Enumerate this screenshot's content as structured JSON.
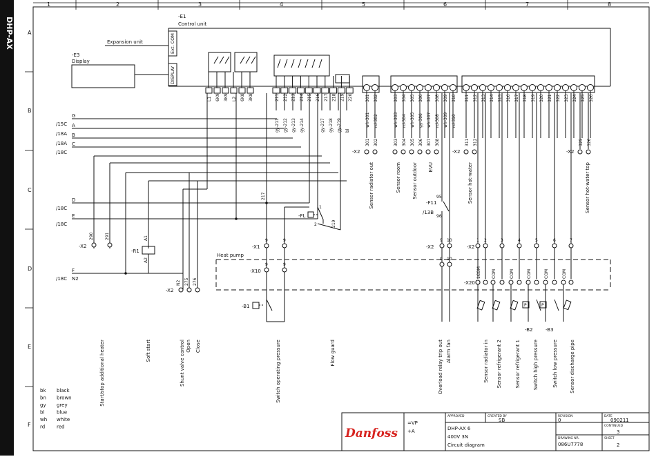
{
  "sidebar": {
    "title": "DHP-AX"
  },
  "columns": [
    "1",
    "2",
    "3",
    "4",
    "5",
    "6",
    "7",
    "8"
  ],
  "rows": [
    "A",
    "B",
    "C",
    "D",
    "E",
    "F"
  ],
  "top_blocks": {
    "control_unit_ref": "-E1",
    "control_unit": "Control unit",
    "expansion_unit": "Expansion unit",
    "ext_com": "Ext. COM",
    "display_ref": "-E3",
    "display": "Display",
    "display_port": "DISPLAY"
  },
  "relay_labels": [
    "L1",
    "6K9",
    "3K9",
    "L2",
    "6K8",
    "3K8"
  ],
  "term_row1": [
    "211",
    "212",
    "213",
    "214",
    "215",
    "216",
    "217",
    "218",
    "219",
    "220"
  ],
  "wire_labels1": [
    "gy-211",
    "gy-212",
    "gy-213",
    "gy-214",
    "gy-217",
    "gy-218",
    "gy-219",
    "bl"
  ],
  "sensor_terms": [
    "301",
    "302",
    "303",
    "304",
    "305",
    "306",
    "307",
    "308",
    "309",
    "310",
    "311",
    "312",
    "313",
    "314",
    "315",
    "316",
    "317",
    "318",
    "319",
    "320",
    "321",
    "322",
    "323",
    "324",
    "325",
    "326"
  ],
  "sensor_wires": [
    "wh-301",
    "rd-302",
    "wh-303",
    "rd-304",
    "wh-305",
    "gy-306",
    "wh-307",
    "rd-308",
    "wh-309",
    "rd-310"
  ],
  "x2_terms": [
    "301",
    "302",
    "303",
    "304",
    "305",
    "306",
    "307",
    "308",
    "311",
    "312",
    "325",
    "326"
  ],
  "sensor_names": [
    "Sensor radiator out",
    "Sensor room",
    "Sensor outdoor",
    "EVU",
    "Sensor hot-water",
    "Sensor hot-water top"
  ],
  "left_refs": [
    "/15C",
    "/18A",
    "/18A",
    "/18C",
    "/18C",
    "/18C",
    "/18C"
  ],
  "left_letters": [
    "G",
    "A",
    "B",
    "C",
    "D",
    "E",
    "F"
  ],
  "connectors": {
    "x2": "-X2",
    "x1": "-X1",
    "x10": "-X10",
    "x20": "-X20",
    "r1": "-R1",
    "fl": "-FL",
    "f11": "-F11",
    "f11_ref": "/13B",
    "b1": "-B1",
    "b2": "-B2",
    "b3": "-B3",
    "n2": "N2",
    "a1": "A1",
    "a2": "A2",
    "heat_pump": "Heat pump",
    "com": "COM",
    "com1": "1COM"
  },
  "num_labels": {
    "t290": "290",
    "t291": "291",
    "t275": "275",
    "t276": "276",
    "t9": "9",
    "t10": "10",
    "t1": "1",
    "t2": "2",
    "t3": "3",
    "t4": "4",
    "t5": "5",
    "t6": "6",
    "t7": "7",
    "t95": "95",
    "t96": "96",
    "t217": "217",
    "t219": "219"
  },
  "function_labels": [
    "Start/stop additional heater",
    "Soft start",
    "Shunt valve control",
    "Open",
    "Close",
    "Switch operating pressure",
    "Flow guard",
    "Overload relay trip out",
    "Alarm fan",
    "Sensor radiator in",
    "Sensor refrigerant 2",
    "Sensor refrigerant 1",
    "Switch high pressure",
    "Switch low pressure",
    "Sensor discharge pipe"
  ],
  "legend": [
    {
      "code": "bk",
      "color": "black"
    },
    {
      "code": "bn",
      "color": "brown"
    },
    {
      "code": "gy",
      "color": "grey"
    },
    {
      "code": "bl",
      "color": "blue"
    },
    {
      "code": "wh",
      "color": "white"
    },
    {
      "code": "rd",
      "color": "red"
    }
  ],
  "title_block": {
    "brand": "Danfoss",
    "vp": "=VP",
    "a": "+A",
    "approved": "APPROVED",
    "created_by": "CREATED BY",
    "creator": "SB",
    "revision": "REVISION",
    "revision_val": "0",
    "date": "DATE",
    "date_val": "090211",
    "continued": "CONTINUED",
    "continued_val": "3",
    "product": "DHP-AX 6",
    "voltage": "400V 3N",
    "doc_title": "Circuit diagram",
    "drawing_nr": "DRAWING NR.",
    "drawing_val": "086U7778",
    "sheet": "SHEET",
    "sheet_val": "2"
  },
  "colors": {
    "line": "#111111",
    "brand_red": "#d7231f",
    "sidebar": "#111111"
  }
}
